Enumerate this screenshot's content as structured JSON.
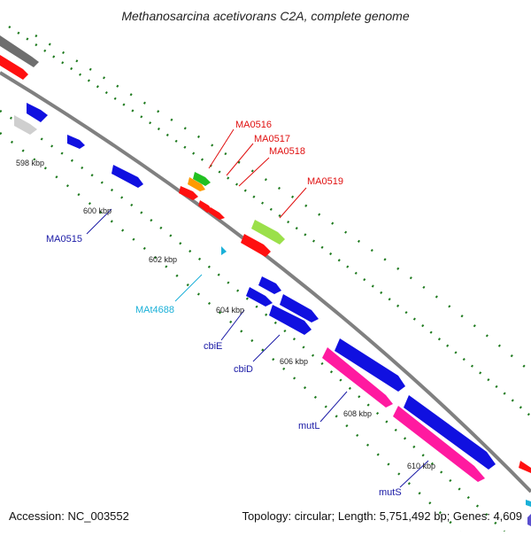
{
  "title": "Methanosarcina acetivorans C2A, complete genome",
  "accession": "Accession: NC_003552",
  "topology": "Topology: circular; Length: 5,751,492 bp; Genes: 4,609",
  "kbp_ticks": [
    "598 kbp",
    "600 kbp",
    "602 kbp",
    "604 kbp",
    "606 kbp",
    "608 kbp",
    "610 kbp"
  ],
  "gene_labels": {
    "ma0516": "MA0516",
    "ma0517": "MA0517",
    "ma0518": "MA0518",
    "ma0519": "MA0519",
    "ma0515": "MA0515",
    "mat4688": "MAt4688",
    "cbie": "cbiE",
    "cbid": "cbiD",
    "mutl": "mutL",
    "muts": "mutS"
  },
  "colors": {
    "backbone": "#808080",
    "tick": "#1e7a1e",
    "blue_label": "#1a1aa6",
    "red_label": "#e01010",
    "cyan_label": "#1ab0d8",
    "gene_blue": "#1010e0",
    "gene_red": "#ff1010",
    "gene_magenta": "#ff1aa0",
    "gene_gray": "#6e6e6e",
    "gene_lightgray": "#cfcfcf",
    "gene_green": "#22c022",
    "gene_orange": "#ff9a00",
    "gene_lime": "#9be04a"
  }
}
